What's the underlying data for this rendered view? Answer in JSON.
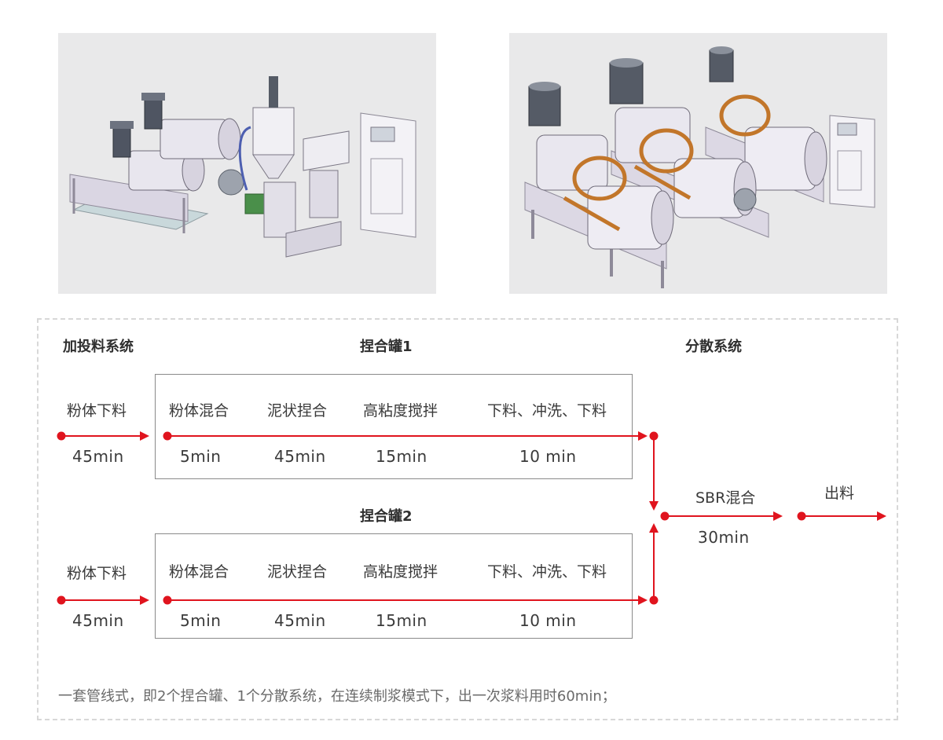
{
  "colors": {
    "accent": "#e0141e",
    "text": "#3a3a3a",
    "box_border": "#8a8a8a",
    "photo_bg": "#e9e9ea"
  },
  "images": {
    "left": {
      "icon": "feeding-and-mixing-equipment-render"
    },
    "right": {
      "icon": "kneading-tank-equipment-render"
    }
  },
  "sections": {
    "feeding": "加投料系统",
    "tank1": "捏合罐1",
    "tank2": "捏合罐2",
    "dispersion": "分散系统"
  },
  "rows": [
    {
      "feed_label": "粉体下料",
      "feed_time": "45min",
      "steps": [
        "粉体混合",
        "泥状捏合",
        "高粘度搅拌",
        "下料、冲洗、下料"
      ],
      "times": [
        "5min",
        "45min",
        "15min",
        "10 min"
      ]
    },
    {
      "feed_label": "粉体下料",
      "feed_time": "45min",
      "steps": [
        "粉体混合",
        "泥状捏合",
        "高粘度搅拌",
        "下料、冲洗、下料"
      ],
      "times": [
        "5min",
        "45min",
        "15min",
        "10 min"
      ]
    }
  ],
  "sbr": {
    "label": "SBR混合",
    "time": "30min"
  },
  "output": {
    "label": "出料"
  },
  "footer": "一套管线式，即2个捏合罐、1个分散系统，在连续制浆模式下，出一次浆料用时60min；"
}
